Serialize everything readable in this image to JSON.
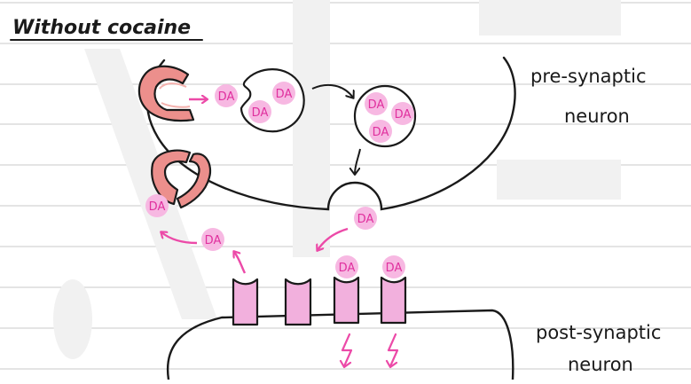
{
  "title": "Without cocaine",
  "labels": {
    "pre_line1": "pre-synaptic",
    "pre_line2": "neuron",
    "post_line1": "post-synaptic",
    "post_line2": "neuron"
  },
  "molecule": {
    "label": "DA"
  },
  "colors": {
    "paper": "#ffffff",
    "rule_line": "#d4d4d4",
    "watermark": "#f1f1f1",
    "outline": "#1a1a1a",
    "transporter_fill": "#ec8f8c",
    "transporter_inner": "#f4b1ad",
    "molecule_fill": "#f7b8e2",
    "molecule_text": "#e0309e",
    "arrow_pink": "#ec4aa8",
    "receptor_fill": "#f2b0dd"
  },
  "icons": {
    "signal": "lightning-bolt-icon"
  }
}
